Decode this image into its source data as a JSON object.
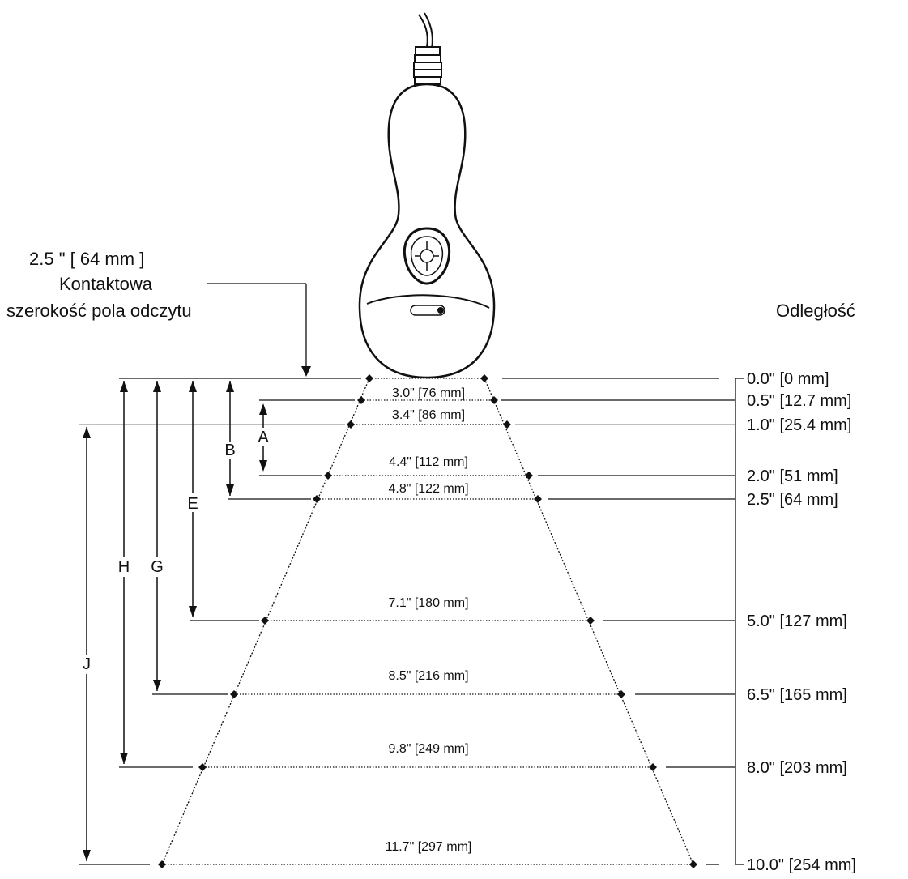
{
  "caption": {
    "line1": "2.5  \"  [ 64  mm ]",
    "line2": "Kontaktowa",
    "line3": "szerokość pola odczytu"
  },
  "distance_title": "Odległość",
  "distance_labels": [
    "0.0\" [0 mm]",
    "0.5\" [12.7 mm]",
    "1.0\" [25.4 mm]",
    "2.0\" [51 mm]",
    "2.5\" [64 mm]",
    "5.0\" [127 mm]",
    "6.5\" [165 mm]",
    "8.0\" [203 mm]",
    "10.0\" [254 mm]"
  ],
  "width_labels": [
    "3.0\" [76 mm]",
    "3.4\" [86 mm]",
    "4.4\" [112 mm]",
    "4.8\" [122 mm]",
    "7.1\" [180 mm]",
    "8.5\" [216 mm]",
    "9.8\" [249 mm]",
    "11.7\" [297 mm]"
  ],
  "dimension_letters": [
    "A",
    "B",
    "E",
    "G",
    "H",
    "J"
  ]
}
